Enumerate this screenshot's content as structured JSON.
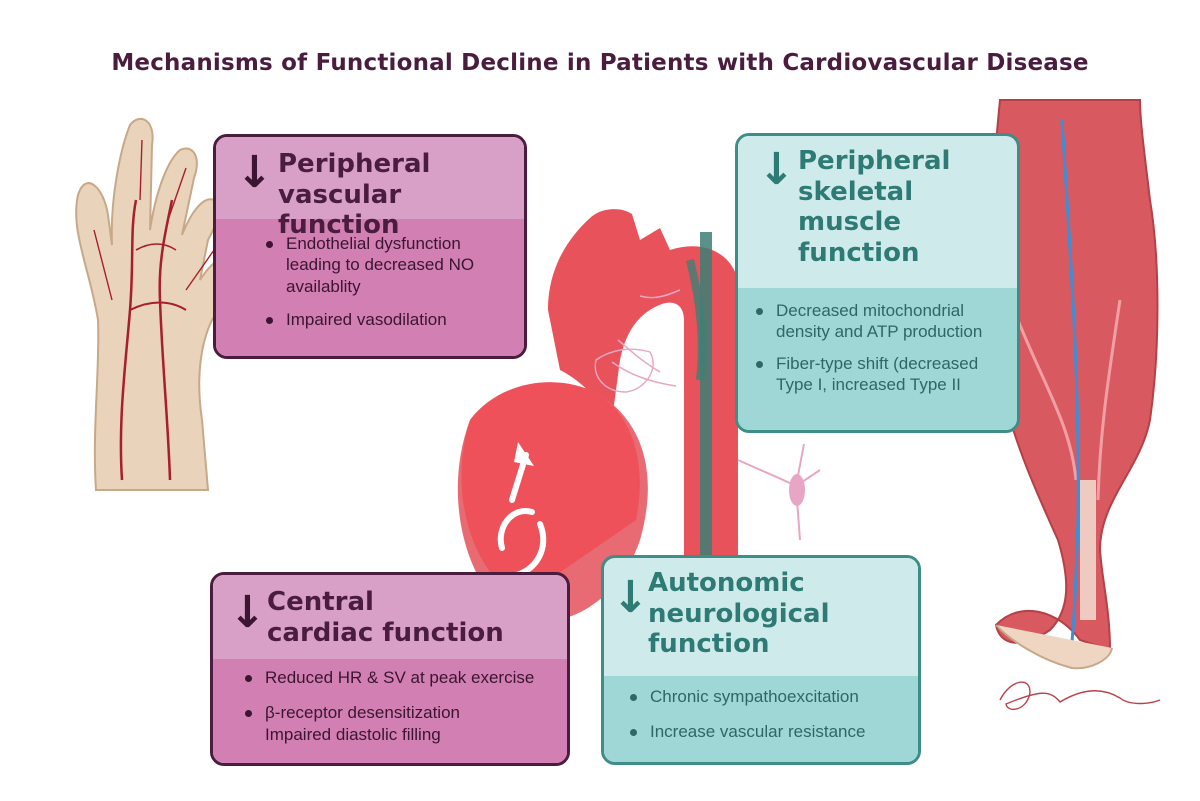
{
  "title": "Mechanisms of Functional Decline in Patients with Cardiovascular Disease",
  "colors": {
    "title": "#4a1c3d",
    "pink_border": "#4a1c3d",
    "pink_header": "#d9a0c7",
    "pink_body": "#d27fb3",
    "teal_border": "#3e8e88",
    "teal_header": "#cfeaea",
    "teal_body": "#9fd6d6",
    "heart": "#e8525a",
    "vessel_teal": "#3d7f75",
    "nerve_pink": "#e7a6c4"
  },
  "boxes": {
    "peripheral_vascular": {
      "arrow": "↓",
      "heading": [
        "Peripheral",
        "vascular function"
      ],
      "bullets": [
        "Endothelial dysfunction leading to decreased NO availablity",
        "Impaired vasodilation"
      ]
    },
    "skeletal_muscle": {
      "arrow": "↓",
      "heading": [
        "Peripheral",
        "skeletal",
        "muscle",
        "function"
      ],
      "bullets": [
        "Decreased mitochondrial density and ATP production",
        "Fiber-type shift (decreased Type I, increased Type II"
      ]
    },
    "central_cardiac": {
      "arrow": "↓",
      "heading": [
        "Central",
        "cardiac function"
      ],
      "bullets": [
        "Reduced HR & SV at peak exercise",
        "β-receptor desensitization Impaired diastolic filling"
      ]
    },
    "autonomic": {
      "arrow": "↓",
      "heading": [
        "Autonomic",
        "neurological",
        "function"
      ],
      "bullets": [
        "Chronic sympathoexcitation",
        "Increase vascular resistance"
      ]
    }
  },
  "illustrations": [
    "hand-with-arteries",
    "heart-and-aorta",
    "sympathetic-nerve",
    "lower-leg-muscles",
    "artist-signature"
  ]
}
